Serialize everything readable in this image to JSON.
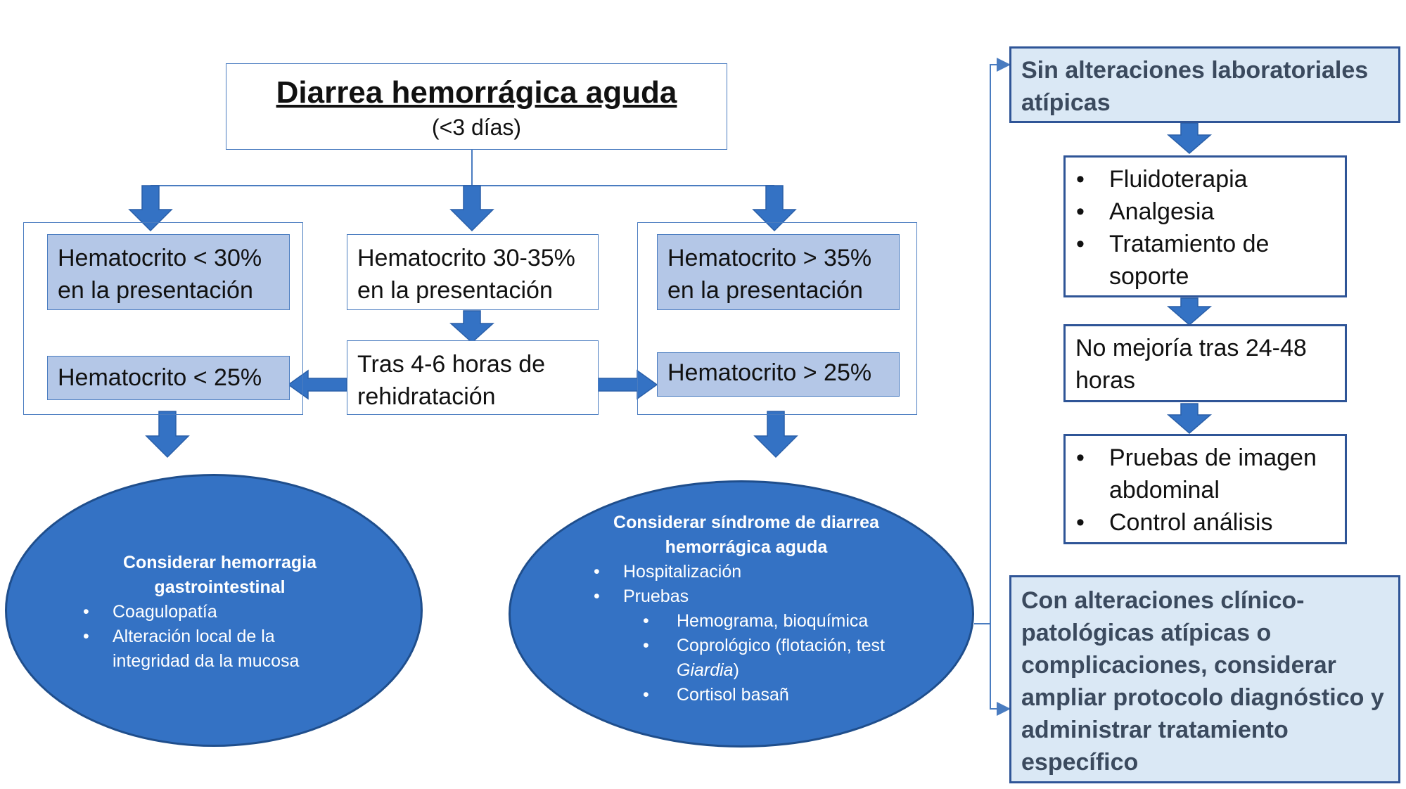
{
  "root": {
    "title": "Diarrea hemorrágica aguda",
    "subtitle": "(<3 días)"
  },
  "left": {
    "box1": "Hematocrito < 30% en la presentación",
    "box2": "Hematocrito < 25%"
  },
  "center": {
    "box1": "Hematocrito 30-35% en la presentación",
    "box2": "Tras 4-6 horas de rehidratación"
  },
  "right": {
    "box1": "Hematocrito > 35% en la presentación",
    "box2": "Hematocrito > 25%"
  },
  "ellipse_left": {
    "title": "Considerar hemorragia gastrointestinal",
    "items": [
      "Coagulopatía",
      "Alteración local de la integridad da la mucosa"
    ]
  },
  "ellipse_right": {
    "title": "Considerar síndrome de diarrea hemorrágica aguda",
    "items": [
      "Hospitalización",
      "Pruebas"
    ],
    "subitems": [
      "Hemograma, bioquímica",
      "Coprológico (flotación, test ",
      "Giardia",
      ")",
      "Cortisol basañ"
    ]
  },
  "branch": {
    "no_alt": "Sin alteraciones laboratoriales atípicas",
    "treatment": [
      "Fluidoterapia",
      "Analgesia",
      "Tratamiento de soporte"
    ],
    "no_improve": "No mejoría tras 24-48 horas",
    "tests": [
      "Pruebas de imagen abdominal",
      "Control análisis"
    ],
    "with_alt": "Con alteraciones clínico-patológicas atípicas o complicaciones, considerar ampliar protocolo diagnóstico y administrar tratamiento específico"
  },
  "colors": {
    "arrow": "#3472c4",
    "box_blue": "#b4c7e7",
    "box_pale": "#dae8f5",
    "border_dark": "#2f5597",
    "ellipse": "#3472c4"
  }
}
